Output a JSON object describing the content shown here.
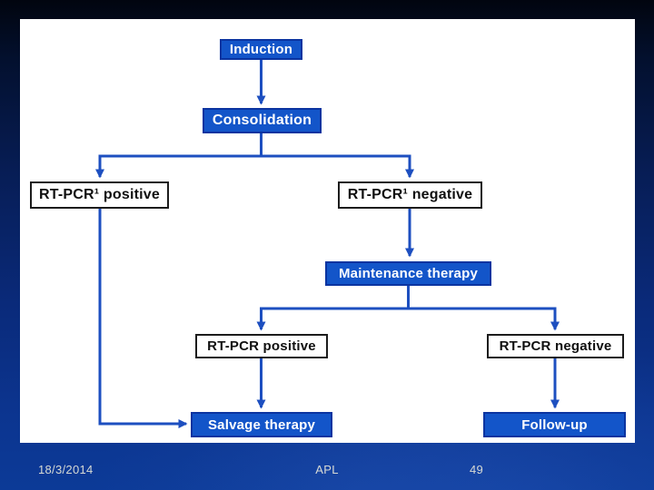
{
  "slide": {
    "footer": {
      "date": "18/3/2014",
      "title": "APL",
      "page_number": "49"
    },
    "colors": {
      "background_top": "#01050f",
      "background_bottom": "#0c3a97",
      "panel": "#ffffff",
      "box_blue_fill": "#1355c9",
      "box_blue_border": "#0b34a0",
      "box_white_border": "#1c1c1c",
      "connector_blue": "#1d4fc0",
      "footer_text": "#d7dad4"
    },
    "flowchart": {
      "nodes": [
        {
          "id": "induction",
          "label": "Induction",
          "style": "blue"
        },
        {
          "id": "consolidation",
          "label": "Consolidation",
          "style": "blue"
        },
        {
          "id": "rt_pcr1_positive",
          "label": "RT-PCR¹ positive",
          "style": "white"
        },
        {
          "id": "rt_pcr1_negative",
          "label": "RT-PCR¹ negative",
          "style": "white"
        },
        {
          "id": "maintenance_therapy",
          "label": "Maintenance therapy",
          "style": "blue"
        },
        {
          "id": "rt_pcr_positive",
          "label": "RT-PCR positive",
          "style": "white"
        },
        {
          "id": "rt_pcr_negative",
          "label": "RT-PCR negative",
          "style": "white"
        },
        {
          "id": "salvage_therapy",
          "label": "Salvage therapy",
          "style": "blue"
        },
        {
          "id": "follow_up",
          "label": "Follow-up",
          "style": "blue"
        }
      ],
      "edges": [
        {
          "from": "induction",
          "to": "consolidation"
        },
        {
          "from": "consolidation",
          "to": "rt_pcr1_positive"
        },
        {
          "from": "consolidation",
          "to": "rt_pcr1_negative"
        },
        {
          "from": "rt_pcr1_negative",
          "to": "maintenance_therapy"
        },
        {
          "from": "maintenance_therapy",
          "to": "rt_pcr_positive"
        },
        {
          "from": "maintenance_therapy",
          "to": "rt_pcr_negative"
        },
        {
          "from": "rt_pcr_positive",
          "to": "salvage_therapy"
        },
        {
          "from": "rt_pcr_negative",
          "to": "follow_up"
        },
        {
          "from": "rt_pcr1_positive",
          "to": "salvage_therapy"
        }
      ]
    }
  }
}
